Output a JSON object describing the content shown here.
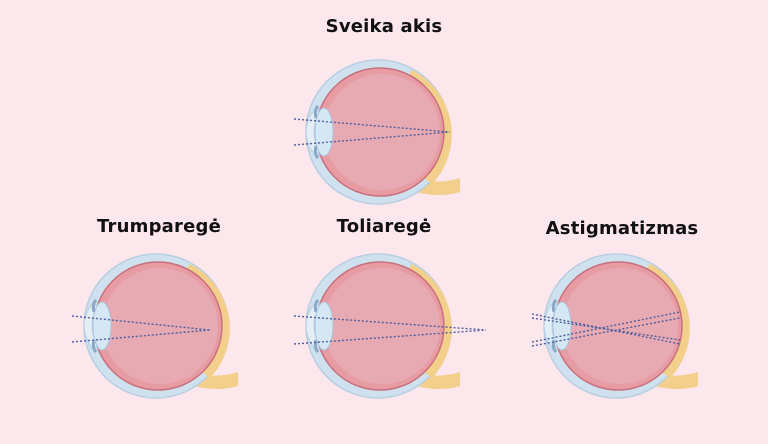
{
  "diagram": {
    "healthy": {
      "title": "Sveika akis"
    },
    "myopia": {
      "title": "Trumparegė"
    },
    "hyperopia": {
      "title": "Toliaregė"
    },
    "astigmatism": {
      "title": "Astigmatizmas"
    }
  },
  "colors": {
    "background": "#fce7ec",
    "sclera_outer": "#cfe0ee",
    "sclera_border": "#b8cfe2",
    "eyeball": "#e79ca4",
    "eyeball_inner": "#e8aab2",
    "eyeball_border": "#c9707c",
    "retina_yellow": "#f2cf8a",
    "lens": "#d4e7f3",
    "cornea": "#e3eef6",
    "rays": "#4a5fa0"
  },
  "icons": {
    "healthy": "eye-cross-section-icon",
    "myopia": "eye-cross-section-icon",
    "hyperopia": "eye-cross-section-icon",
    "astigmatism": "eye-cross-section-icon"
  }
}
